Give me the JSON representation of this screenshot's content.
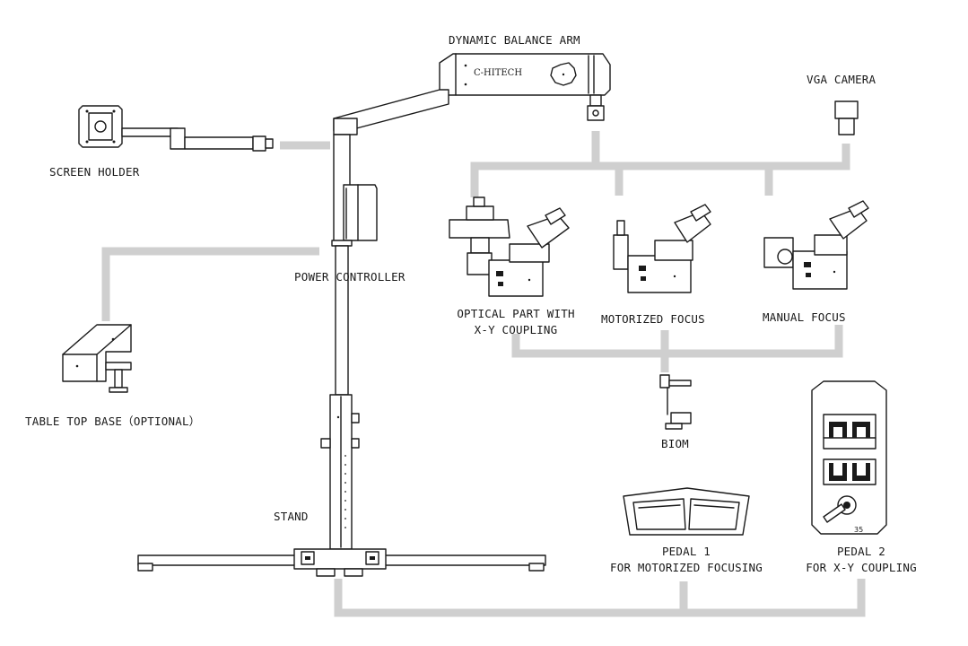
{
  "labels": {
    "dynamic_balance_arm": "DYNAMIC BALANCE ARM",
    "vga_camera": "VGA CAMERA",
    "screen_holder": "SCREEN HOLDER",
    "power_controller": "POWER CONTROLLER",
    "optical_part_line1": "OPTICAL PART WITH",
    "optical_part_line2": "X-Y COUPLING",
    "motorized_focus": "MOTORIZED FOCUS",
    "manual_focus": "MANUAL FOCUS",
    "table_top_base": "TABLE TOP BASE（OPTIONAL）",
    "biom": "BIOM",
    "stand": "STAND",
    "pedal1_line1": "PEDAL 1",
    "pedal1_line2": "FOR MOTORIZED FOCUSING",
    "pedal2_line1": "PEDAL 2",
    "pedal2_line2": "FOR X-Y COUPLING"
  },
  "brand_text": "C-HITECH",
  "colors": {
    "connector": "#cfcfcf",
    "ink": "#1a1a1a",
    "background": "#ffffff"
  }
}
